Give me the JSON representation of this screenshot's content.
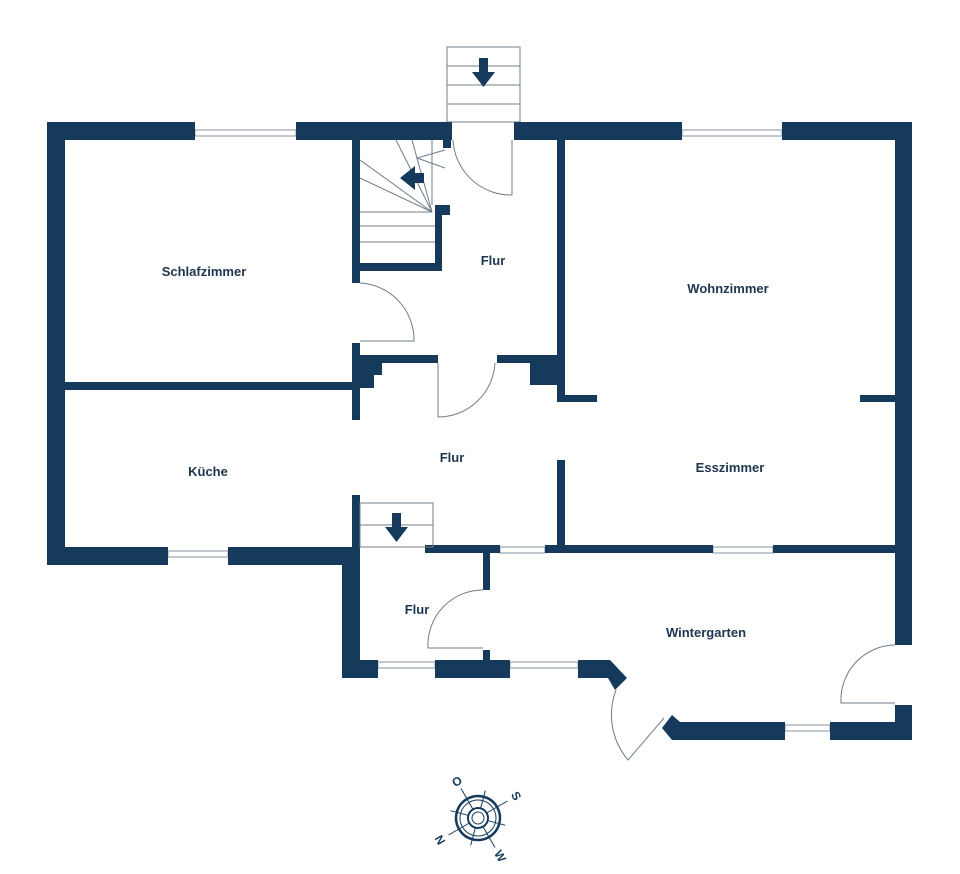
{
  "plan": {
    "rooms": {
      "schlafzimmer": "Schlafzimmer",
      "flur_top": "Flur",
      "wohnzimmer": "Wohnzimmer",
      "kueche": "Küche",
      "flur_middle": "Flur",
      "esszimmer": "Esszimmer",
      "flur_bottom": "Flur",
      "wintergarten": "Wintergarten"
    },
    "compass": {
      "north": "N",
      "east": "O",
      "south": "S",
      "west": "W"
    },
    "colors": {
      "wall": "#153a5b",
      "text": "#1c3550"
    }
  }
}
